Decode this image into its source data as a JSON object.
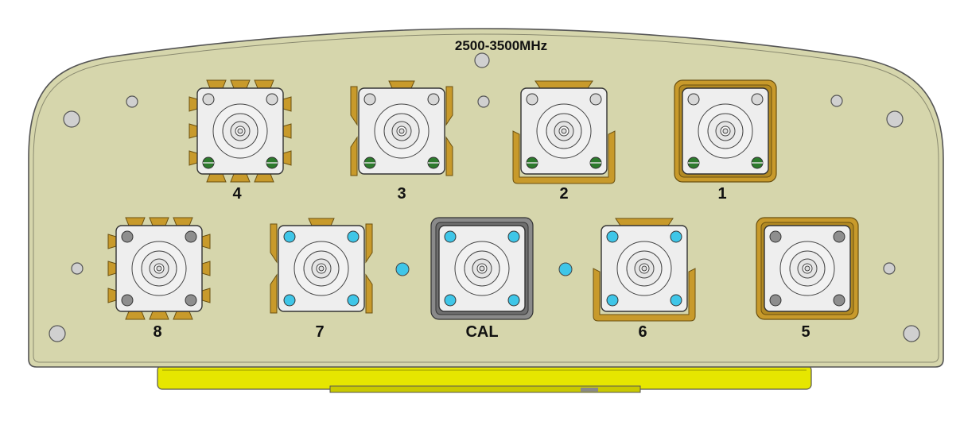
{
  "panel": {
    "frequency_label": "2500-3500MHz",
    "colors": {
      "panel_fill": "#d6d6ac",
      "panel_outline": "#6b6b55",
      "flange_gold": "#c89a2b",
      "connector_body": "#eeeeee",
      "base_yellow": "#e6e600",
      "cal_frame": "#8a8a8a",
      "screw_green": "#2d7a2d",
      "screw_cyan": "#3fc6e8",
      "screw_gray": "#8e8e8e",
      "mount_hole": "#d0d0d0"
    }
  },
  "connectors": [
    {
      "id": "c4",
      "label": "4",
      "flange": "tabs",
      "screw_color": "green"
    },
    {
      "id": "c3",
      "label": "3",
      "flange": "side-tabs",
      "screw_color": "green"
    },
    {
      "id": "c2",
      "label": "2",
      "flange": "u-frame",
      "screw_color": "green"
    },
    {
      "id": "c1",
      "label": "1",
      "flange": "full-frame",
      "screw_color": "green"
    },
    {
      "id": "c8",
      "label": "8",
      "flange": "tabs",
      "screw_color": "gray"
    },
    {
      "id": "c7",
      "label": "7",
      "flange": "side-tabs",
      "screw_color": "cyan"
    },
    {
      "id": "cCAL",
      "label": "CAL",
      "flange": "gray-frame",
      "screw_color": "cyan"
    },
    {
      "id": "c6",
      "label": "6",
      "flange": "u-frame",
      "screw_color": "cyan"
    },
    {
      "id": "c5",
      "label": "5",
      "flange": "full-frame",
      "screw_color": "gray"
    }
  ]
}
